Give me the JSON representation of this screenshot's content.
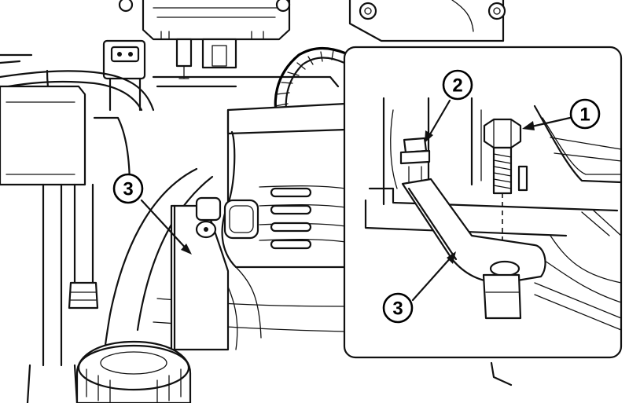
{
  "callouts": {
    "main_bracket": "3",
    "inset_bolt": "1",
    "inset_nut": "2",
    "inset_bracket": "3"
  }
}
